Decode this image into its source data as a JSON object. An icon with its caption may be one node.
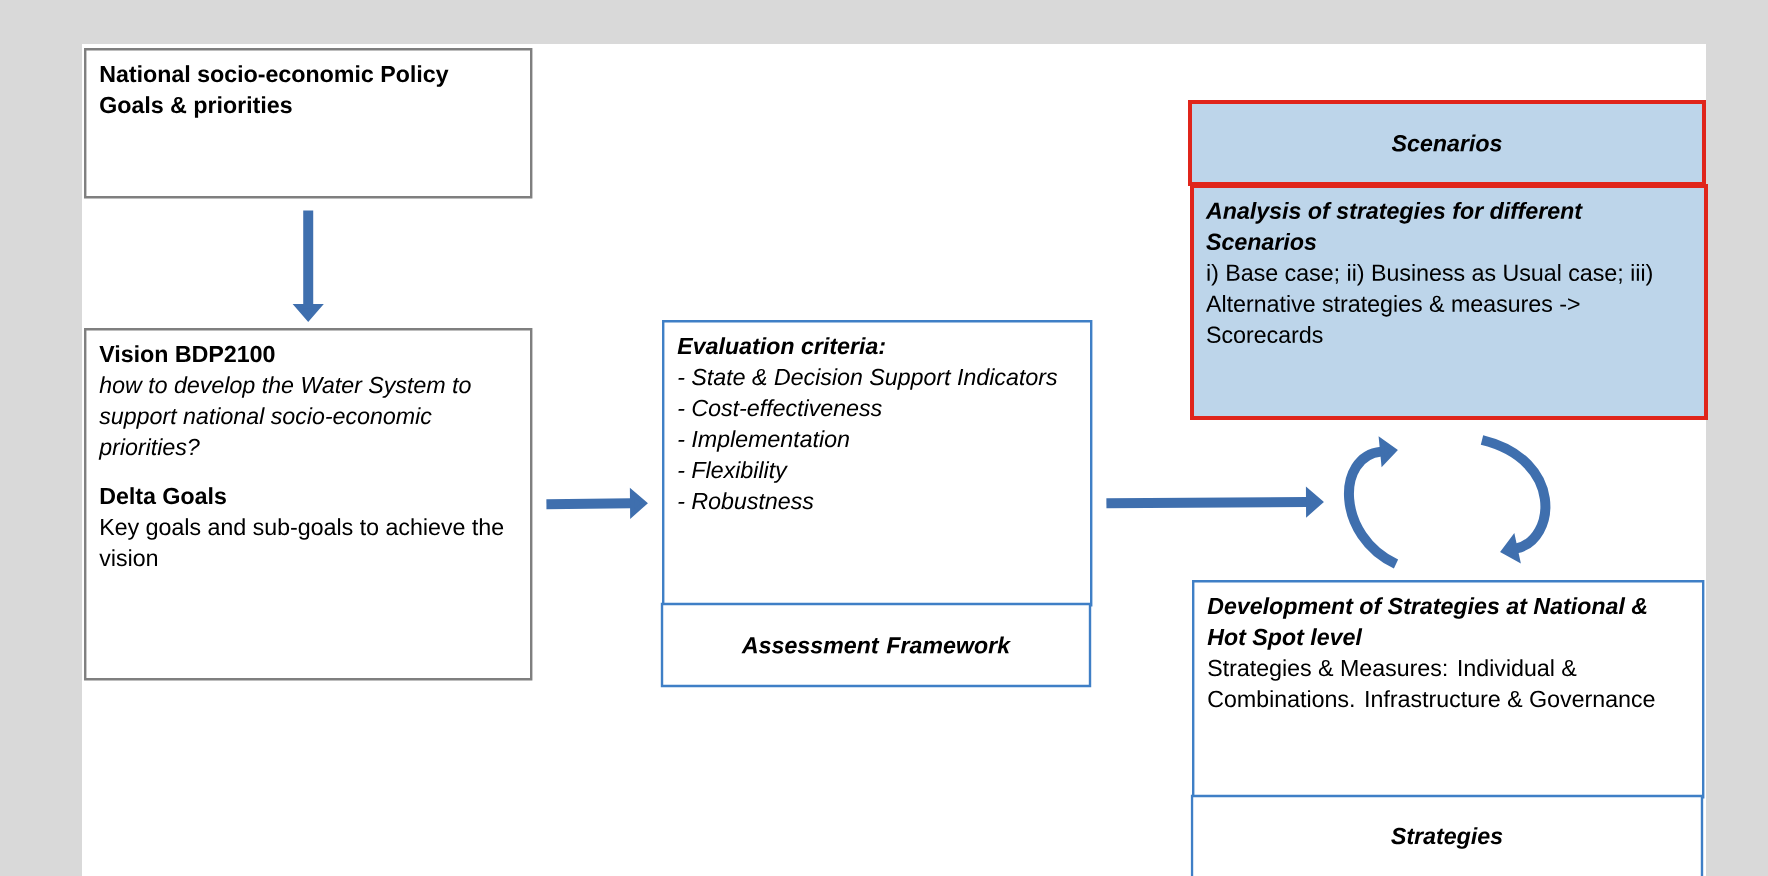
{
  "diagram": {
    "nodes": [
      {
        "text": [
          "National socio-economic Policy Goals & priorities"
        ]
      },
      {
        "text": [
          "Vision BDP2100",
          "how to develop the Water System to support national socio-economic priorities?",
          "Delta Goals",
          "Key goals and sub-goals to achieve the vision"
        ]
      },
      {
        "text": [
          "Evaluation criteria:",
          "- State & Decision Support Indicators",
          "- Cost-effectiveness",
          "- Implementation",
          "- Flexibility",
          "- Robustness"
        ]
      },
      {
        "text": [
          "Assessment Framework"
        ]
      },
      {
        "text": [
          "Scenarios"
        ]
      },
      {
        "text": [
          "Analysis of strategies for different Scenarios",
          "i) Base case; ii) Business as Usual case; iii) Alternative strategies & measures -> Scorecards"
        ]
      },
      {
        "text": [
          "Development of Strategies at National & Hot Spot level",
          "Strategies & Measures: Individual & Combinations. Infrastructure & Governance"
        ]
      },
      {
        "text": [
          "Strategies"
        ]
      }
    ],
    "edges": [
      {
        "from": 0,
        "to": 1,
        "arrow": "to"
      },
      {
        "from": 1,
        "to": 2,
        "arrow": "to"
      },
      {
        "from": 2,
        "to": null,
        "arrow": "to"
      },
      {
        "from": 6,
        "to": 5,
        "arrow": "to"
      },
      {
        "from": 5,
        "to": 6,
        "arrow": "to"
      }
    ]
  }
}
